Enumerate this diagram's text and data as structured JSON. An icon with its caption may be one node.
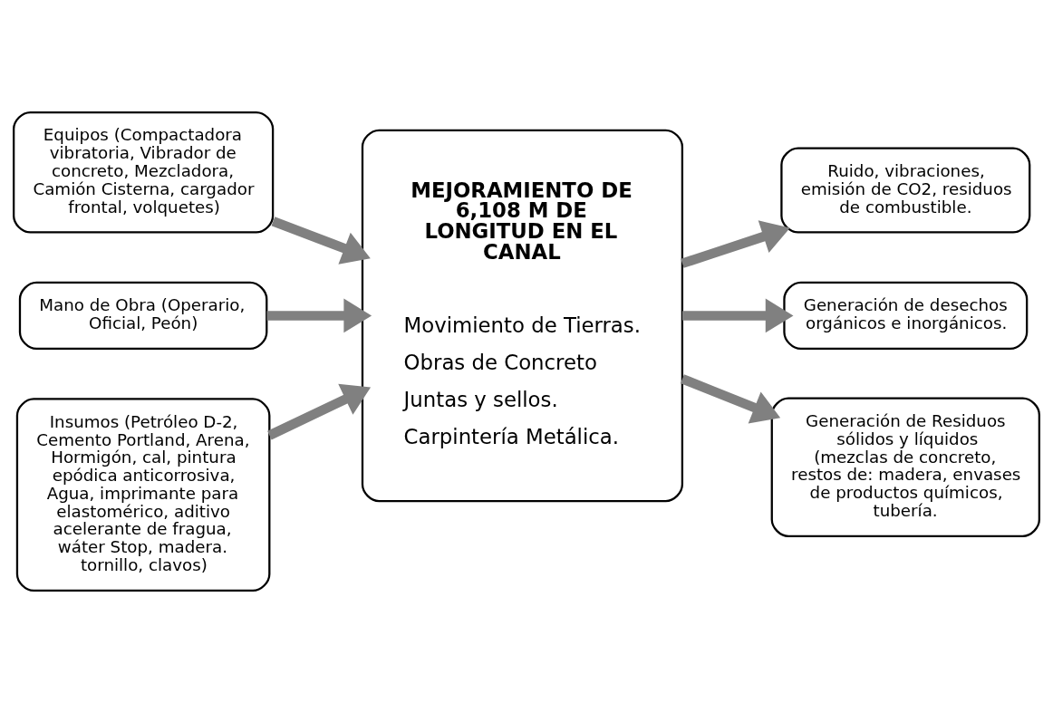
{
  "diagram": {
    "nodes": [
      {
        "text": [
          "Equipos (Compactadora vibratoria, Vibrador de concreto, Mezcladora, Camión Cisterna, cargador frontal, volquetes)"
        ]
      },
      {
        "text": [
          "Mano de Obra (Operario, Oficial, Peón)"
        ]
      },
      {
        "text": [
          "Insumos (Petróleo D-2, Cemento Portland, Arena, Hormigón, cal, pintura epódica anticorrosiva, Agua, imprimante para elastomérico, aditivo acelerante de fragua, wáter Stop, madera. tornillo, clavos)"
        ]
      },
      {
        "text": [
          "MEJORAMIENTO DE 6,108 M DE LONGITUD EN EL CANAL",
          "Movimiento de Tierras.",
          "Obras de Concreto",
          "Juntas y sellos.",
          "Carpintería Metálica."
        ]
      },
      {
        "text": [
          "Ruido, vibraciones, emisión de CO2, residuos de combustible."
        ]
      },
      {
        "text": [
          "Generación de desechos orgánicos e inorgánicos."
        ]
      },
      {
        "text": [
          "Generación de Residuos sólidos y líquidos (mezclas de concreto, restos de: madera, envases de productos químicos, tubería."
        ]
      }
    ],
    "edges": [
      {
        "from": 0,
        "to": 3,
        "arrow": "to"
      },
      {
        "from": 1,
        "to": 3,
        "arrow": "to"
      },
      {
        "from": 2,
        "to": 3,
        "arrow": "to"
      },
      {
        "from": 3,
        "to": 4,
        "arrow": "to"
      },
      {
        "from": 3,
        "to": 5,
        "arrow": "to"
      },
      {
        "from": 3,
        "to": 6,
        "arrow": "to"
      }
    ]
  }
}
